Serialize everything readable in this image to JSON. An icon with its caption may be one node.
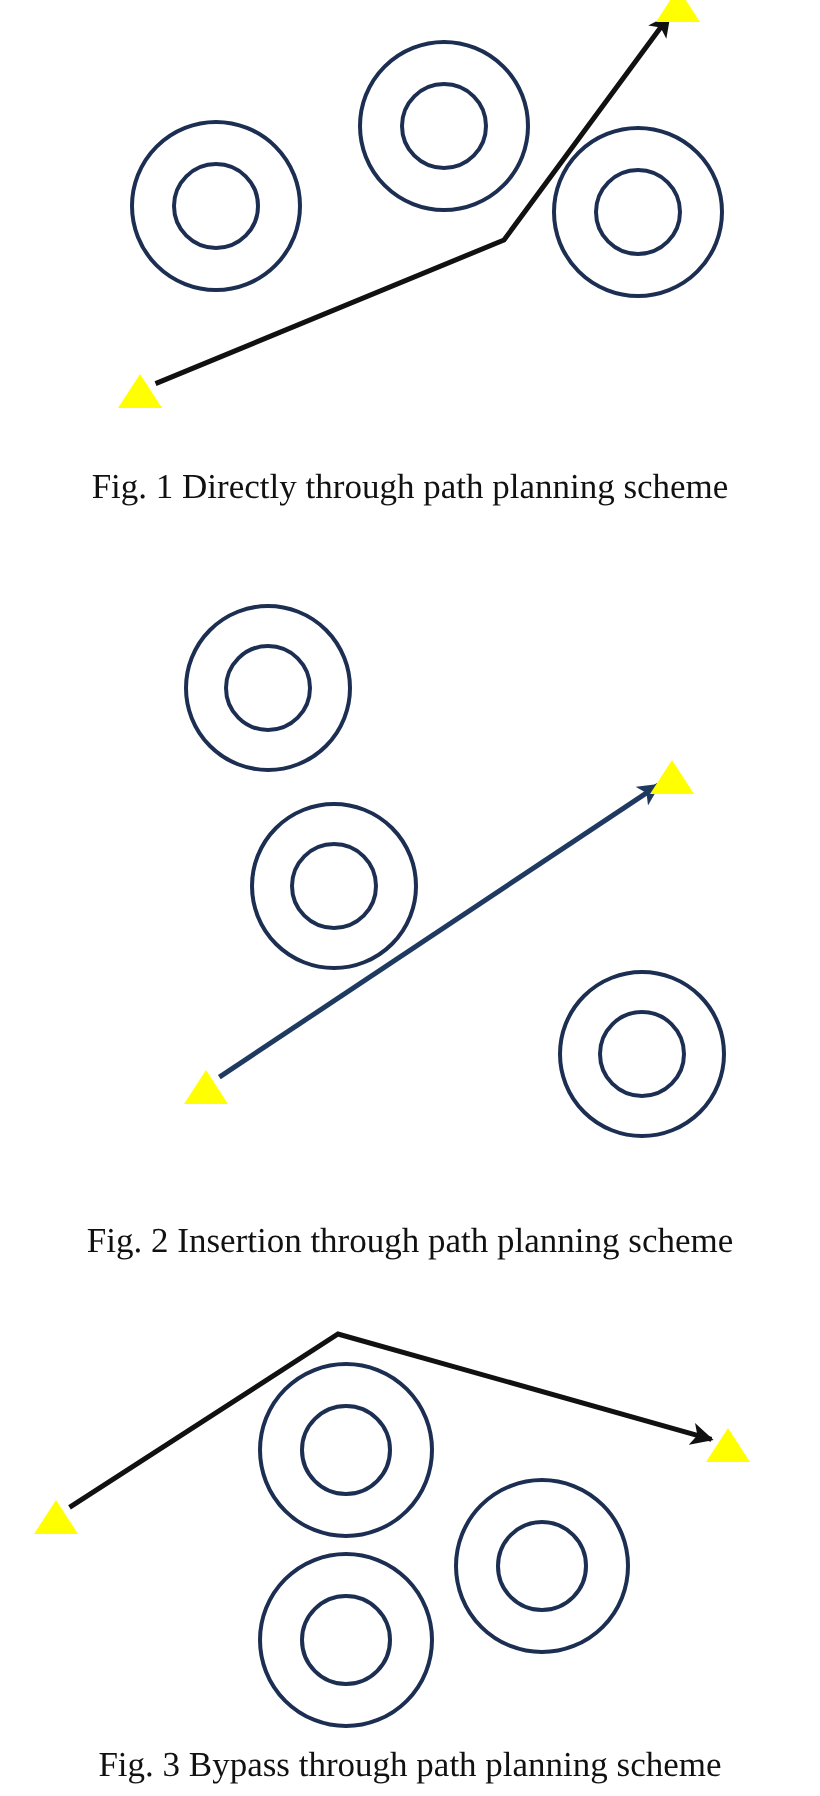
{
  "diagram": {
    "nodes": [
      {
        "text": [],
        "shape": "triangle"
      },
      {
        "text": [],
        "shape": "triangle"
      },
      {
        "text": [],
        "shape": "triangle"
      },
      {
        "text": [],
        "shape": "triangle"
      },
      {
        "text": [],
        "shape": "triangle"
      },
      {
        "text": [],
        "shape": "triangle"
      }
    ],
    "edges": [
      {
        "from": 1,
        "to": 0,
        "arrow": "to"
      },
      {
        "from": 3,
        "to": 2,
        "arrow": "to",
        "color": "#1f3a60"
      },
      {
        "from": 5,
        "to": 4,
        "arrow": "to"
      }
    ],
    "labels": [
      "Fig. 1 Directly through path planning scheme",
      "Fig. 2 Insertion through path planning scheme",
      "Fig. 3 Bypass through path planning scheme"
    ]
  }
}
